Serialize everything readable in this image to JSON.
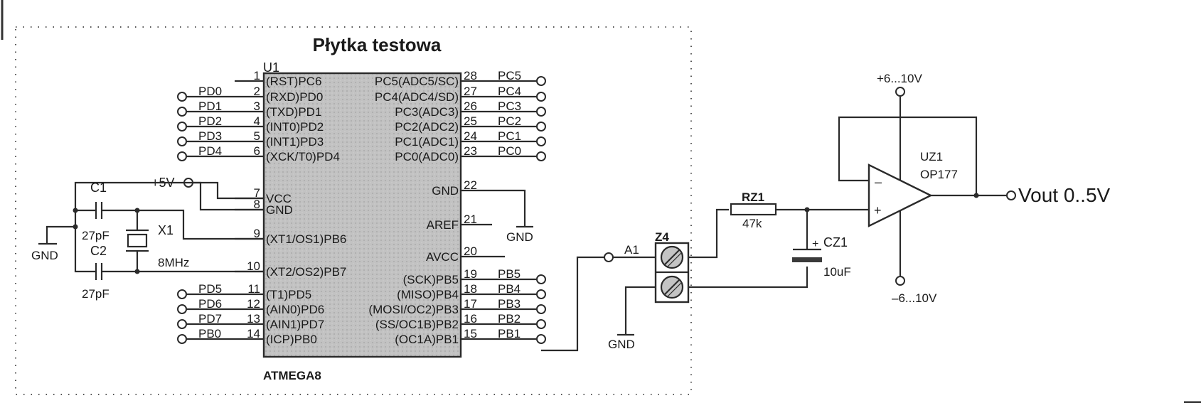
{
  "board": {
    "title": "Płytka testowa"
  },
  "mcu": {
    "ref": "U1",
    "part": "ATMEGA8",
    "left_pins": [
      {
        "num": "1",
        "name": "(RST)PC6",
        "net": ""
      },
      {
        "num": "2",
        "name": "(RXD)PD0",
        "net": "PD0"
      },
      {
        "num": "3",
        "name": "(TXD)PD1",
        "net": "PD1"
      },
      {
        "num": "4",
        "name": "(INT0)PD2",
        "net": "PD2"
      },
      {
        "num": "5",
        "name": "(INT1)PD3",
        "net": "PD3"
      },
      {
        "num": "6",
        "name": "(XCK/T0)PD4",
        "net": "PD4"
      },
      {
        "num": "7",
        "name": "VCC",
        "net": ""
      },
      {
        "num": "8",
        "name": "GND",
        "net": ""
      },
      {
        "num": "9",
        "name": "(XT1/OS1)PB6",
        "net": ""
      },
      {
        "num": "10",
        "name": "(XT2/OS2)PB7",
        "net": ""
      },
      {
        "num": "11",
        "name": "(T1)PD5",
        "net": "PD5"
      },
      {
        "num": "12",
        "name": "(AIN0)PD6",
        "net": "PD6"
      },
      {
        "num": "13",
        "name": "(AIN1)PD7",
        "net": "PD7"
      },
      {
        "num": "14",
        "name": "(ICP)PB0",
        "net": "PB0"
      }
    ],
    "right_pins": [
      {
        "num": "28",
        "name": "PC5(ADC5/SC)",
        "net": "PC5"
      },
      {
        "num": "27",
        "name": "PC4(ADC4/SD)",
        "net": "PC4"
      },
      {
        "num": "26",
        "name": "PC3(ADC3)",
        "net": "PC3"
      },
      {
        "num": "25",
        "name": "PC2(ADC2)",
        "net": "PC2"
      },
      {
        "num": "24",
        "name": "PC1(ADC1)",
        "net": "PC1"
      },
      {
        "num": "23",
        "name": "PC0(ADC0)",
        "net": "PC0"
      },
      {
        "num": "22",
        "name": "GND",
        "net": ""
      },
      {
        "num": "21",
        "name": "AREF",
        "net": ""
      },
      {
        "num": "20",
        "name": "AVCC",
        "net": ""
      },
      {
        "num": "19",
        "name": "(SCK)PB5",
        "net": "PB5"
      },
      {
        "num": "18",
        "name": "(MISO)PB4",
        "net": "PB4"
      },
      {
        "num": "17",
        "name": "(MOSI/OC2)PB3",
        "net": "PB3"
      },
      {
        "num": "16",
        "name": "(SS/OC1B)PB2",
        "net": "PB2"
      },
      {
        "num": "15",
        "name": "(OC1A)PB1",
        "net": "PB1"
      }
    ]
  },
  "power": {
    "vcc": "+5V",
    "gnd": "GND",
    "pos_supply": "+6...10V",
    "neg_supply": "–6...10V"
  },
  "crystal": {
    "ref": "X1",
    "value": "8MHz"
  },
  "caps": {
    "c1": {
      "ref": "C1",
      "value": "27pF"
    },
    "c2": {
      "ref": "C2",
      "value": "27pF"
    },
    "cz1": {
      "ref": "CZ1",
      "value": "10uF",
      "polarity": "+"
    }
  },
  "connector": {
    "ref": "Z4",
    "net": "A1"
  },
  "resistor": {
    "ref": "RZ1",
    "value": "47k"
  },
  "opamp": {
    "ref": "UZ1",
    "part": "OP177",
    "minus": "–",
    "plus": "+"
  },
  "output": {
    "label": "Vout 0..5V"
  },
  "colors": {
    "ink": "#2a2a2a",
    "ic_fill": "#b8b8b8",
    "cap_plate": "#3a3a3a"
  }
}
